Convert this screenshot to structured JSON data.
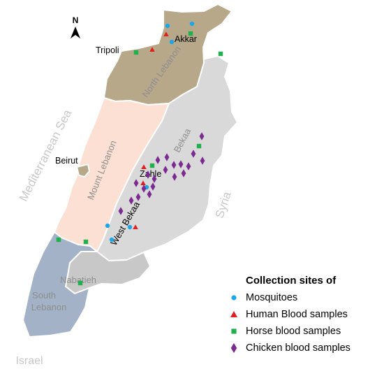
{
  "north_arrow": {
    "label": "N"
  },
  "regions": {
    "north_lebanon": "North Lebanon",
    "mount_lebanon": "Mount Lebanon",
    "bekaa": "Bekaa",
    "west_bekaa": "West Bekaa",
    "nabatieh": "Nabatieh",
    "south_lebanon_line1": "South",
    "south_lebanon_line2": "Lebanon"
  },
  "cities": {
    "akkar": "Akkar",
    "tripoli": "Tripoli",
    "beirut": "Beirut",
    "zahle": "Zahle"
  },
  "surroundings": {
    "sea": "Mediterranean Sea",
    "syria": "Syria",
    "israel": "Israel"
  },
  "colors": {
    "north_lebanon": "#b8a88a",
    "mount_lebanon": "#fbe0d3",
    "bekaa": "#d9d9d9",
    "nabatieh": "#c8c8c8",
    "south_lebanon": "#a3b2c7",
    "mosquito": "#1ea7e8",
    "human": "#e02020",
    "horse": "#22b04f",
    "chicken": "#7b2a92"
  },
  "legend": {
    "title": "Collection sites of",
    "items": [
      {
        "label": "Mosquitoes",
        "symbol": "circle",
        "color": "#1ea7e8"
      },
      {
        "label": "Human Blood samples",
        "symbol": "triangle",
        "color": "#e02020"
      },
      {
        "label": "Horse blood samples",
        "symbol": "square",
        "color": "#22b04f"
      },
      {
        "label": "Chicken blood samples",
        "symbol": "diamond",
        "color": "#7b2a92"
      }
    ]
  }
}
